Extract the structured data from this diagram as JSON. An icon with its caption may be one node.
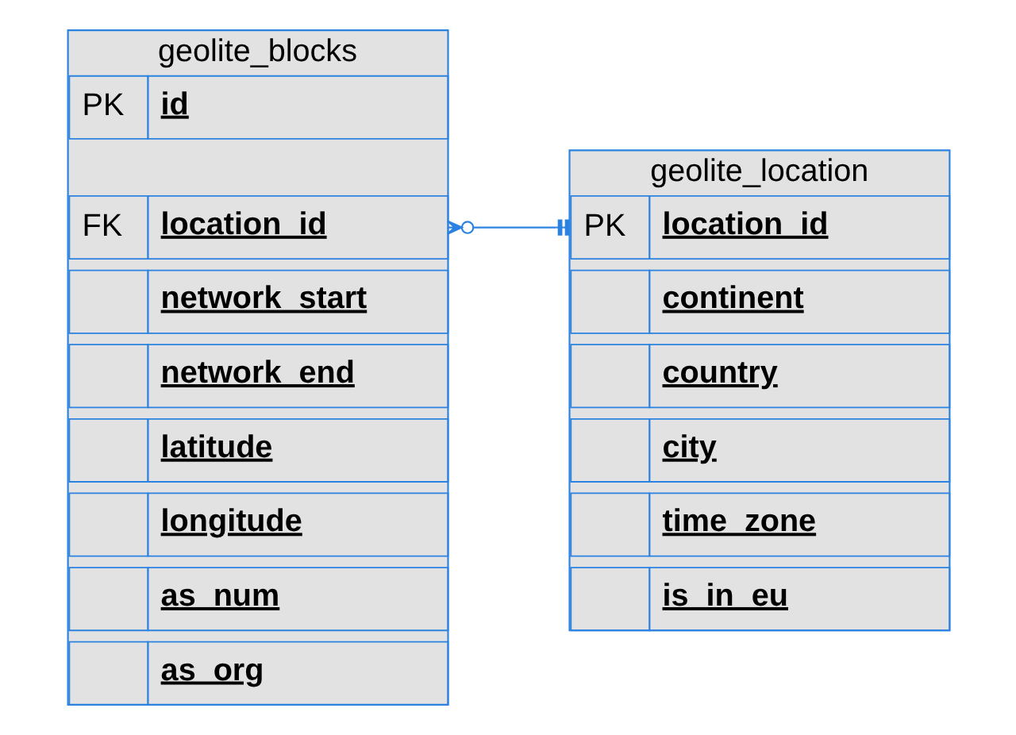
{
  "diagram": {
    "nodes": [
      {
        "text": [
          "geolite_blocks"
        ]
      },
      {
        "text": [
          "PK",
          "id"
        ],
        "in": 0
      },
      {
        "text": [
          "FK",
          "location_id"
        ],
        "in": 0
      },
      {
        "text": [
          "network_start"
        ],
        "in": 0
      },
      {
        "text": [
          "network_end"
        ],
        "in": 0
      },
      {
        "text": [
          "latitude"
        ],
        "in": 0
      },
      {
        "text": [
          "longitude"
        ],
        "in": 0
      },
      {
        "text": [
          "as_num"
        ],
        "in": 0
      },
      {
        "text": [
          "as_org"
        ],
        "in": 0
      },
      {
        "text": [
          "geolite_location"
        ]
      },
      {
        "text": [
          "PK",
          "location_id"
        ],
        "in": 9
      },
      {
        "text": [
          "continent"
        ],
        "in": 9
      },
      {
        "text": [
          "country"
        ],
        "in": 9
      },
      {
        "text": [
          "city"
        ],
        "in": 9
      },
      {
        "text": [
          "time_zone"
        ],
        "in": 9
      },
      {
        "text": [
          "is_in_eu"
        ],
        "in": 9
      }
    ],
    "edges": [
      {
        "from": 2,
        "to": 10,
        "arrow": "other"
      }
    ]
  }
}
